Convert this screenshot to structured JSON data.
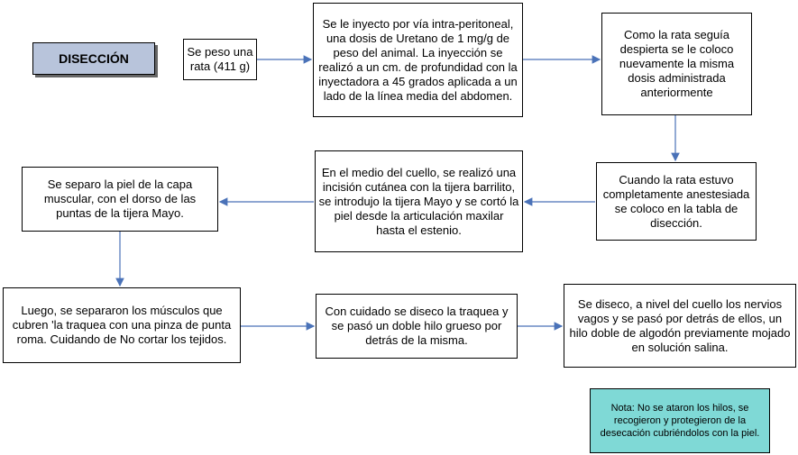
{
  "title": "DISECCIÓN",
  "steps": {
    "s1": "Se peso una rata (411 g)",
    "s2": "Se le inyecto por vía intra-peritoneal, una dosis de Uretano de 1 mg/g de peso del animal. La inyección se realizó a un cm. de profundidad con la inyectadora a 45 grados aplicada a un lado de la línea media del abdomen.",
    "s3": "Como la rata seguía despierta se le coloco nuevamente la misma dosis administrada anteriormente",
    "s4": "Cuando la rata estuvo completamente anestesiada se coloco en la tabla de disección.",
    "s5": "En el medio del cuello, se realizó una incisión cutánea con la tijera barrilito, se introdujo la tijera Mayo y se cortó la piel desde la articulación maxilar hasta el estenio.",
    "s6": "Se separo la piel de la capa muscular, con el dorso de las puntas de la tijera Mayo.",
    "s7": "Luego, se separaron los músculos que cubren 'la traquea con una pinza de punta roma. Cuidando de No cortar los tejidos.",
    "s8": "Con cuidado se diseco la traquea y se pasó un doble hilo grueso por detrás de la misma.",
    "s9": "Se diseco, a nivel del cuello los nervios vagos y se pasó por detrás de ellos, un hilo doble de algodón previamente mojado en solución salina."
  },
  "note": "Nota: No se ataron los hilos, se recogieron y protegieron de la desecación cubriéndolos con la piel.",
  "colors": {
    "arrow": "#4a72b8",
    "title_fill": "#b8c4db",
    "note_fill": "#7fd9d6"
  }
}
